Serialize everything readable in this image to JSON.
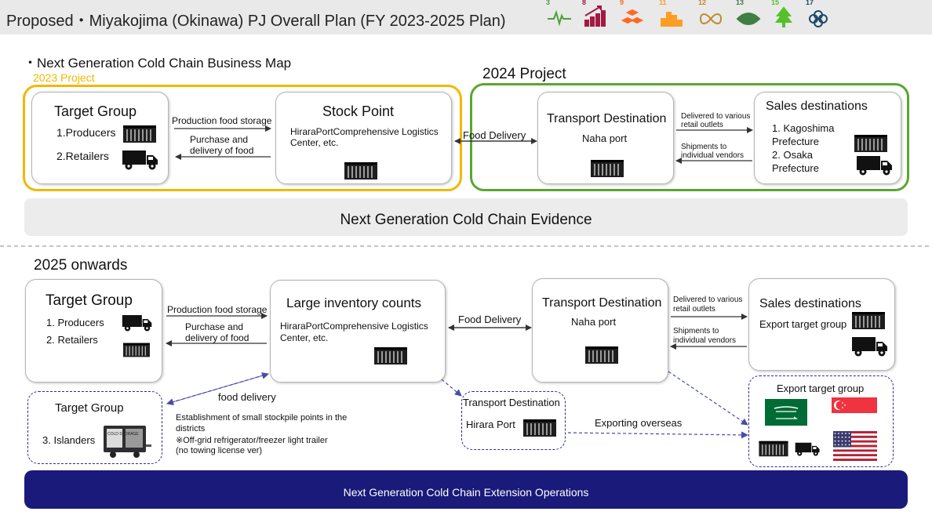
{
  "page_title": "Proposed・Miyakojima (Okinawa) PJ Overall Plan (FY 2023-2025 Plan)",
  "sdg_icons": [
    {
      "num": "3",
      "color": "#4c9f38",
      "icon": "heartbeat-icon"
    },
    {
      "num": "8",
      "color": "#a21942",
      "icon": "growth-chart-icon"
    },
    {
      "num": "9",
      "color": "#fd6925",
      "icon": "cubes-icon"
    },
    {
      "num": "11",
      "color": "#fd9d24",
      "icon": "city-icon"
    },
    {
      "num": "12",
      "color": "#bf8b2e",
      "icon": "infinity-icon"
    },
    {
      "num": "13",
      "color": "#3f7e44",
      "icon": "eye-icon"
    },
    {
      "num": "15",
      "color": "#56c02b",
      "icon": "tree-icon"
    },
    {
      "num": "17",
      "color": "#19486a",
      "icon": "flower-icon"
    }
  ],
  "section_title": "・Next Generation Cold Chain Business Map",
  "top": {
    "label_2023": "2023 Project",
    "label_2024": "2024 Project",
    "target_group": {
      "title": "Target Group",
      "item1": "1.Producers",
      "item2": "2.Retailers"
    },
    "arrow_production": "Production food storage",
    "arrow_purchase_1": "Purchase and",
    "arrow_purchase_2": "delivery of food",
    "stock_point": {
      "title": "Stock Point",
      "desc1": "HiraraPortComprehensive Logistics",
      "desc2": "Center, etc."
    },
    "food_delivery": "Food Delivery",
    "transport": {
      "title": "Transport Destination",
      "sub": "Naha port"
    },
    "delivered_1": "Delivered to various",
    "delivered_2": "retail outlets",
    "shipments_1": "Shipments to",
    "shipments_2": "individual vendors",
    "sales": {
      "title": "Sales destinations",
      "l1": "1. Kagoshima",
      "l2": "Prefecture",
      "l3": "2. Osaka",
      "l4": "Prefecture"
    },
    "evidence": "Next Generation Cold Chain Evidence"
  },
  "bottom": {
    "label_2025": "2025 onwards",
    "target_group": {
      "title": "Target Group",
      "item1": "1. Producers",
      "item2": "2. Retailers"
    },
    "arrow_production": "Production food storage",
    "arrow_purchase_1": "Purchase and",
    "arrow_purchase_2": "delivery of food",
    "inventory": {
      "title": "Large inventory counts",
      "desc1": "HiraraPortComprehensive Logistics",
      "desc2": "Center, etc."
    },
    "food_delivery": "Food Delivery",
    "transport": {
      "title": "Transport Destination",
      "sub": "Naha port"
    },
    "delivered_1": "Delivered to various",
    "delivered_2": "retail outlets",
    "shipments_1": "Shipments to",
    "shipments_2": "individual vendors",
    "sales": {
      "title": "Sales destinations",
      "sub": "Export target group"
    },
    "islanders": {
      "title": "Target Group",
      "item": "3. Islanders",
      "trailer_text": "COLD STORAGE"
    },
    "food_delivery_lower": "food delivery",
    "stockpile_1": "Establishment of small stockpile points in the",
    "stockpile_2": "districts",
    "stockpile_3": "※Off-grid refrigerator/freezer light trailer",
    "stockpile_4": "(no towing license ver)",
    "hirara": {
      "title": "Transport Destination",
      "sub": "Hirara Port"
    },
    "exporting": "Exporting overseas",
    "export_group": {
      "title": "Export target group"
    },
    "extension": "Next Generation Cold Chain Extension Operations"
  },
  "colors": {
    "yellow": "#f2b800",
    "green": "#5aa532",
    "navy": "#1a1a7a",
    "arrow": "#333333",
    "dashed": "#4a4aa8"
  }
}
